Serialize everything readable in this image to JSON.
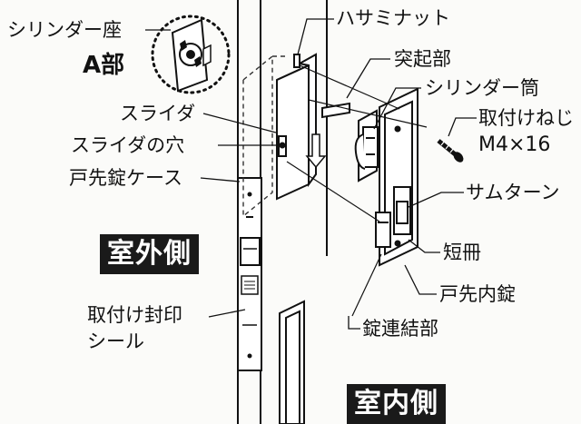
{
  "labels": {
    "cylinder_seat": "シリンダー座",
    "part_a": "A部",
    "slider": "スライダ",
    "slider_hole": "スライダの穴",
    "door_lock_case": "戸先錠ケース",
    "hasami_nut": "ハサミナット",
    "protrusion": "突起部",
    "cylinder_tube": "シリンダー筒",
    "mounting_screw": "取付けねじ",
    "screw_spec": "M4×16",
    "thumb_turn": "サムターン",
    "strip": "短冊",
    "inner_lock": "戸先内錠",
    "lock_connection": "錠連結部",
    "seal_line1": "取付け封印",
    "seal_line2": "シール"
  },
  "side_tags": {
    "outdoor": "室外側",
    "indoor": "室内側"
  },
  "colors": {
    "ink": "#111111",
    "tag_background": "#1a1a1a",
    "tag_text": "#ffffff",
    "paper": "#fbfbf9"
  }
}
